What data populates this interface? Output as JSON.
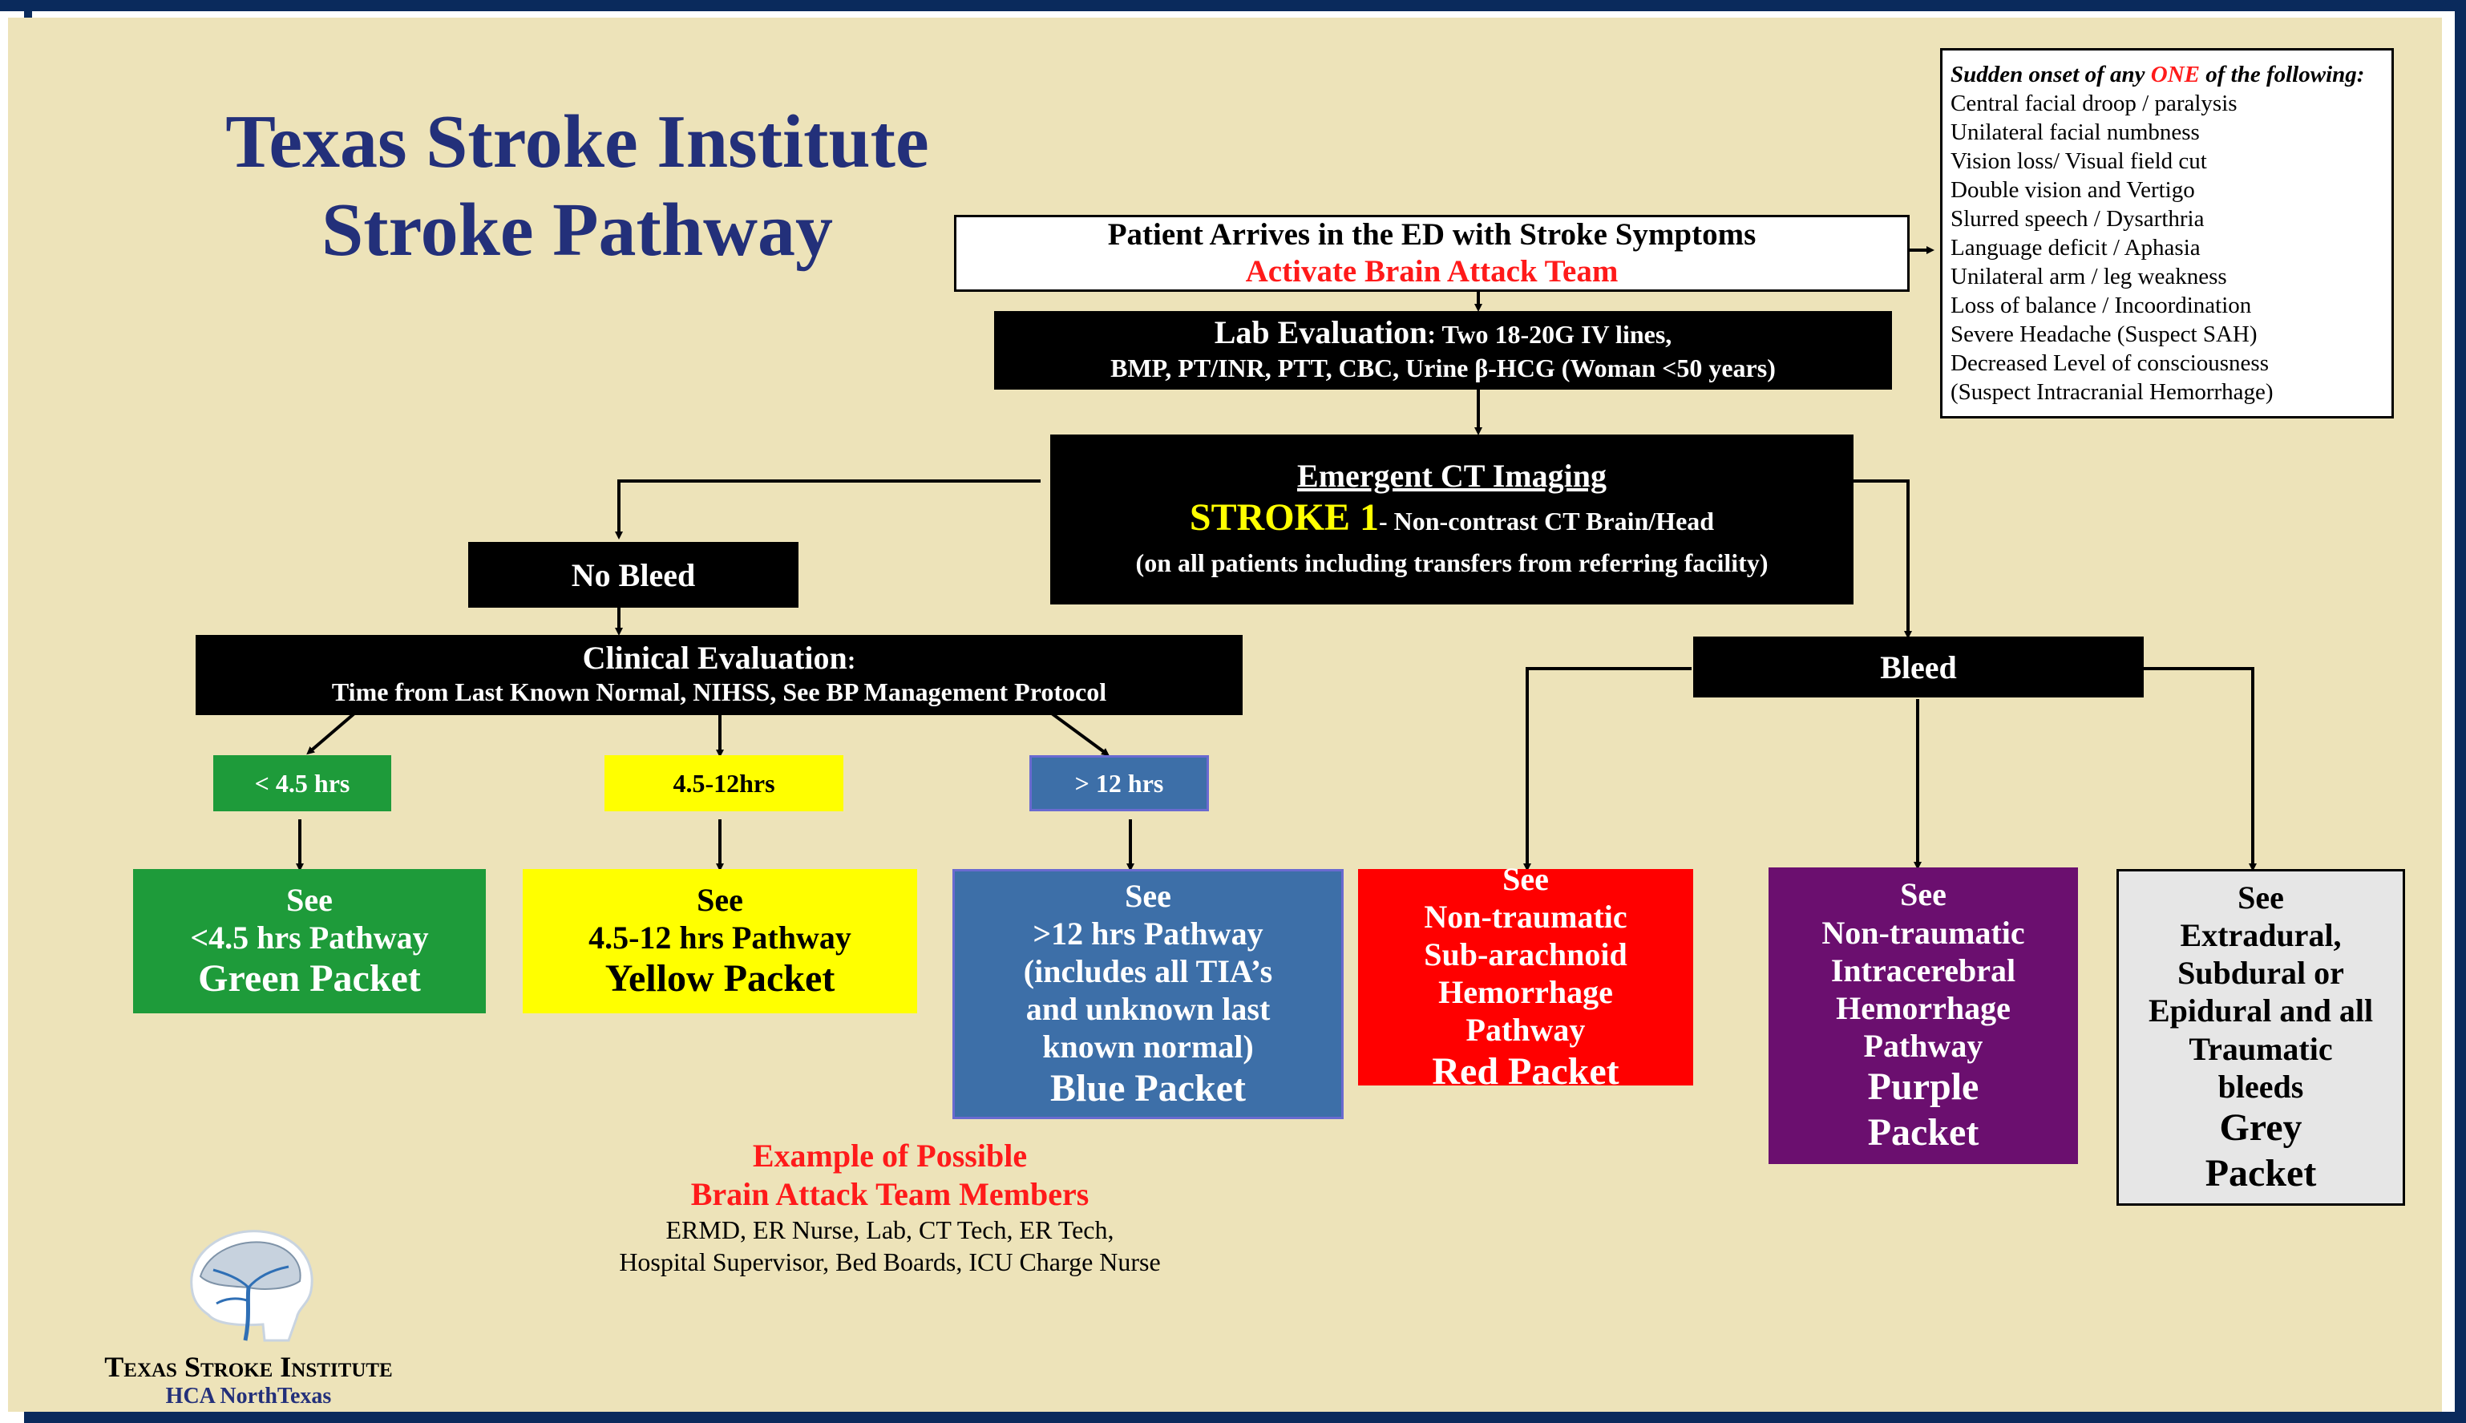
{
  "title": {
    "line1": "Texas Stroke Institute",
    "line2": "Stroke Pathway"
  },
  "symptoms": {
    "intro_pre": "Sudden onset of any ",
    "intro_emph": "ONE",
    "intro_post": " of the following:",
    "items": [
      "Central facial droop / paralysis",
      "Unilateral facial numbness",
      "Vision loss/ Visual field cut",
      "Double vision and Vertigo",
      "Slurred speech / Dysarthria",
      "Language deficit / Aphasia",
      "Unilateral arm / leg weakness",
      "Loss of balance / Incoordination",
      "Severe Headache (Suspect SAH)",
      "Decreased Level of consciousness",
      "(Suspect Intracranial Hemorrhage)"
    ]
  },
  "arrival": {
    "line1": "Patient Arrives in the ED with Stroke Symptoms",
    "line2": "Activate Brain Attack Team"
  },
  "lab": {
    "heading": "Lab Evaluation",
    "line1_rest": ": Two 18-20G IV lines,",
    "line2": "BMP, PT/INR, PTT, CBC, Urine β-HCG (Woman <50 years)"
  },
  "ct": {
    "heading": "Emergent CT Imaging",
    "stroke": "STROKE 1",
    "stroke_rest": "- Non-contrast CT Brain/Head",
    "line3": "(on all patients  including transfers from referring facility)"
  },
  "no_bleed": "No Bleed",
  "bleed": "Bleed",
  "clinical": {
    "heading": "Clinical Evaluation",
    "colon": ":",
    "line2": "Time from Last Known Normal, NIHSS, See BP Management Protocol"
  },
  "time_tags": {
    "green": "< 4.5 hrs",
    "yellow": "4.5-12hrs",
    "blue": "> 12 hrs"
  },
  "packets": {
    "green": [
      "See",
      "<4.5 hrs Pathway",
      "Green Packet"
    ],
    "yellow": [
      "See",
      "4.5-12 hrs Pathway",
      "Yellow Packet"
    ],
    "blue": [
      "See",
      ">12 hrs Pathway",
      "(includes all TIA’s",
      "and unknown last",
      "known normal)",
      "Blue Packet"
    ],
    "red": [
      "See",
      "Non-traumatic",
      "Sub-arachnoid",
      "Hemorrhage",
      "Pathway",
      "Red Packet"
    ],
    "purple": [
      "See",
      "Non-traumatic",
      "Intracerebral",
      "Hemorrhage",
      "Pathway",
      "Purple",
      "Packet"
    ],
    "grey": [
      "See",
      "Extradural,",
      "Subdural or",
      "Epidural and all",
      "Traumatic",
      "bleeds",
      "Grey",
      "Packet"
    ]
  },
  "team": {
    "heading1": "Example of Possible",
    "heading2": "Brain Attack Team Members",
    "line1": "ERMD, ER Nurse, Lab, CT Tech, ER Tech,",
    "line2": "Hospital Supervisor, Bed Boards, ICU Charge Nurse"
  },
  "logo": {
    "name": "Texas Stroke Institute",
    "sub": "HCA NorthTexas",
    "icon": "brain-head-icon"
  },
  "colors": {
    "background": "#ede3b9",
    "title": "#23307a",
    "accent_red": "#ff1a1a",
    "green": "#1e9b3a",
    "yellow": "#ffff00",
    "blue": "#3d6fa8",
    "red": "#ff0000",
    "purple": "#6b0f6f",
    "grey": "#e6e6e6",
    "border": "#0a2a5c"
  }
}
